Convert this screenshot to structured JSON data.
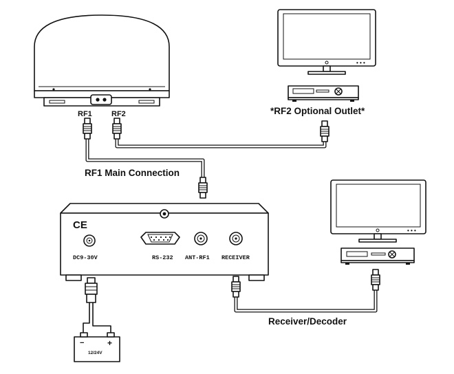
{
  "labels": {
    "rf1": "RF1",
    "rf2": "RF2",
    "rf2_outlet": "*RF2 Optional Outlet*",
    "main_connection": "RF1 Main Connection",
    "receiver_decoder": "Receiver/Decoder",
    "ce_mark": "CE",
    "battery_voltage": "12/24V",
    "battery_minus": "−",
    "battery_plus": "+"
  },
  "ports": {
    "dc": "DC9-30V",
    "rs232": "RS-232",
    "ant": "ANT-RF1",
    "receiver": "RECEIVER"
  },
  "tv_buttons": "• • •"
}
